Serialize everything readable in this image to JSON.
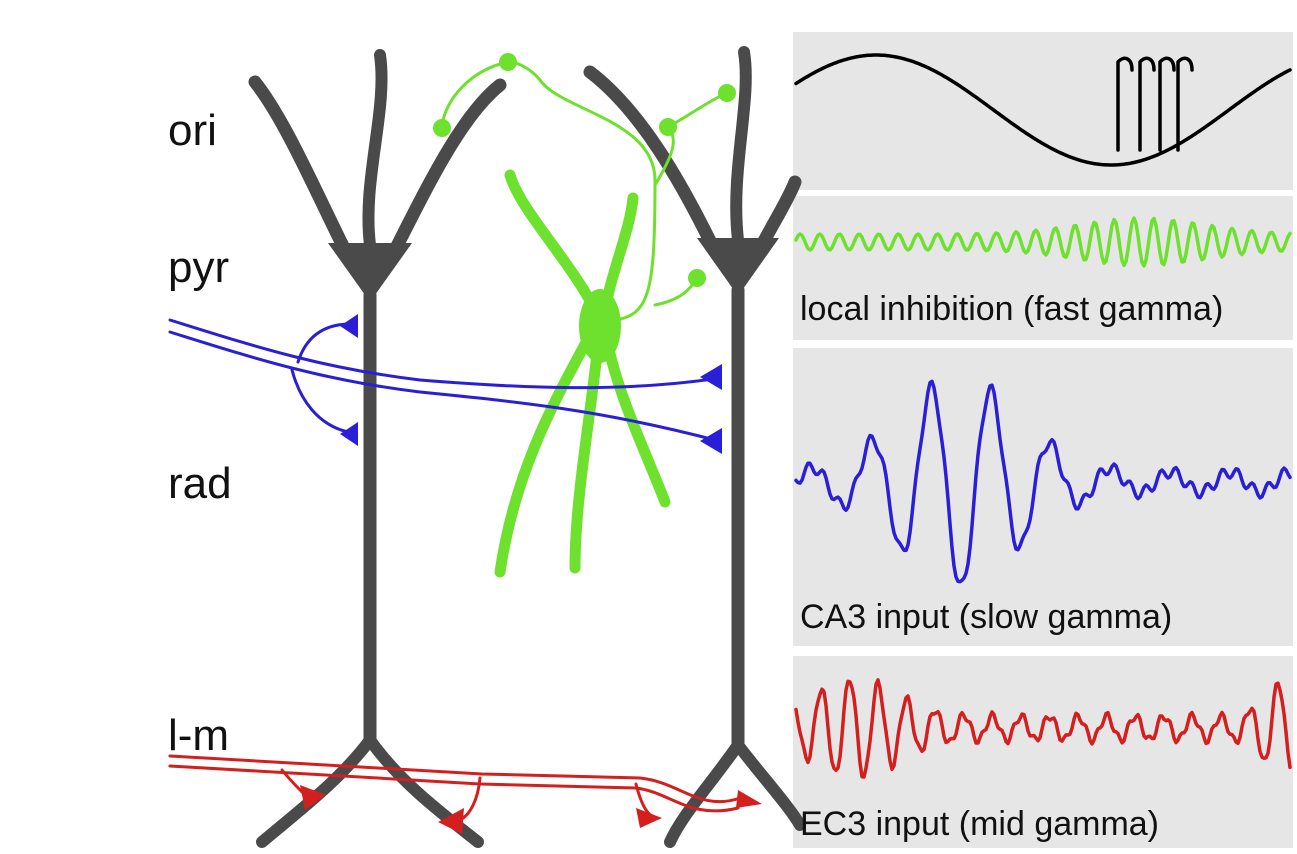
{
  "layer_labels": {
    "oriens": "ori",
    "pyramidale": "pyr",
    "radiatum": "rad",
    "lacunosum_moleculare": "l-m"
  },
  "trace_captions": {
    "local_inhibition": "local inhibition (fast gamma)",
    "ca3_input": "CA3 input (slow gamma)",
    "ec3_input": "EC3 input (mid gamma)"
  },
  "colors": {
    "pyramidal_cell": "#4a4a4a",
    "interneuron": "#6ee02e",
    "ca3_axon": "#2a1fd6",
    "ec3_axon": "#d41f1f",
    "theta_trace": "#000000",
    "panel_background": "#e6e6e6"
  }
}
